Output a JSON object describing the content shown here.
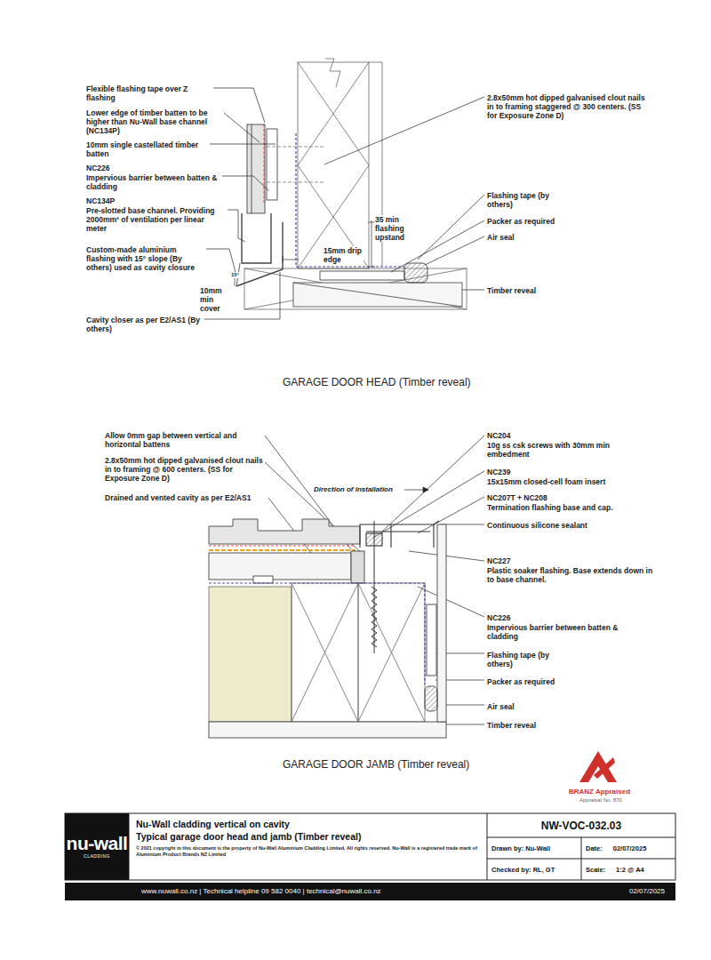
{
  "diagram": {
    "nodes": [
      {
        "text": [
          "nu-wall",
          "CLADDING"
        ]
      },
      {
        "text": [
          "Nu-Wall cladding vertical on cavity",
          "Typical garage door head and jamb (Timber reveal)",
          "© 2021 copyright in this document is the property of Nu-Wall Aluminium Cladding Limited. All rights reserved. Nu-Wall is a registered trade mark of Aluminium Product Brands NZ Limited"
        ]
      },
      {
        "text": [
          "NW-VOC-032.03"
        ]
      },
      {
        "text": [
          "Drawn by: Nu-Wall"
        ]
      },
      {
        "text": [
          "Date:",
          "02/07/2025"
        ]
      },
      {
        "text": [
          "Checked by: RL, GT"
        ]
      },
      {
        "text": [
          "Scale:",
          "1:2 @ A4"
        ]
      },
      {
        "text": [
          "www.nuwall.co.nz | Technical helpline 09 582 0040 | technical@nuwall.co.nz",
          "02/07/2025"
        ]
      }
    ],
    "labels": [
      "Flexible flashing tape over Z flashing",
      "Lower edge of timber batten to be higher than Nu-Wall base channel (NC134P)",
      "10mm single castellated timber batten",
      "NC226",
      "Impervious barrier between batten & cladding",
      "NC134P",
      "Pre-slotted base channel. Providing 2000mm² of ventilation per linear meter",
      "Custom-made aluminium flashing with 15° slope (By others) used as cavity closure",
      "10mm min cover",
      "Cavity closer as per E2/AS1 (By others)",
      "15°",
      "2.8x50mm hot dipped galvanised clout nails in to framing staggered @ 300 centers. (SS for Exposure Zone D)",
      "Flashing tape (by others)",
      "35 min flashing upstand",
      "Packer as required",
      "Air seal",
      "15mm drip edge",
      "Timber reveal",
      "GARAGE DOOR HEAD (Timber reveal)",
      "Allow 0mm gap between vertical and horizontal battens",
      "2.8x50mm hot dipped galvanised clout nails in to framing @ 600 centers. (SS for Exposure Zone D)",
      "Drained and vented cavity as per E2/AS1",
      "Direction of installation",
      "NC204",
      "10g ss csk screws with 30mm min embedment",
      "NC239",
      "15x15mm closed-cell foam insert",
      "NC207T + NC208",
      "Termination flashing base and cap.",
      "Continuous silicone sealant",
      "NC227",
      "Plastic soaker flashing. Base extends down in to base channel.",
      "NC226",
      "Impervious barrier between batten & cladding",
      "Flashing tape (by others)",
      "Packer as required",
      "Air seal",
      "Timber reveal",
      "GARAGE DOOR JAMB (Timber reveal)",
      "BRANZ Appraised",
      "Appraisal No. 870"
    ]
  }
}
